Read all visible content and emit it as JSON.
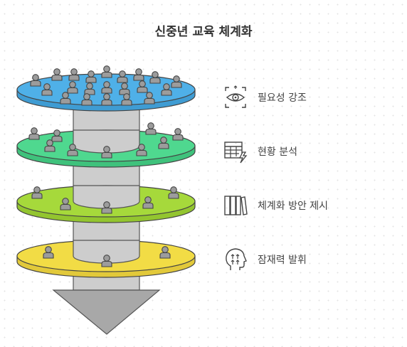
{
  "title": "신중년 교육 체계화",
  "colors": {
    "layer1": "#4fb0e8",
    "layer2": "#4fd88f",
    "layer3": "#a6d93b",
    "layer4": "#f2dc45",
    "column": "#cdcdcd",
    "arrow": "#a8a8a8",
    "person": "#9c9c9c",
    "outline": "#444444"
  },
  "legend": [
    {
      "label": "필요성 강조",
      "icon": "eye-icon"
    },
    {
      "label": "현황 분석",
      "icon": "table-icon"
    },
    {
      "label": "체계화 방안 제시",
      "icon": "library-icon"
    },
    {
      "label": "잠재력 발휘",
      "icon": "head-arrows-icon"
    }
  ]
}
